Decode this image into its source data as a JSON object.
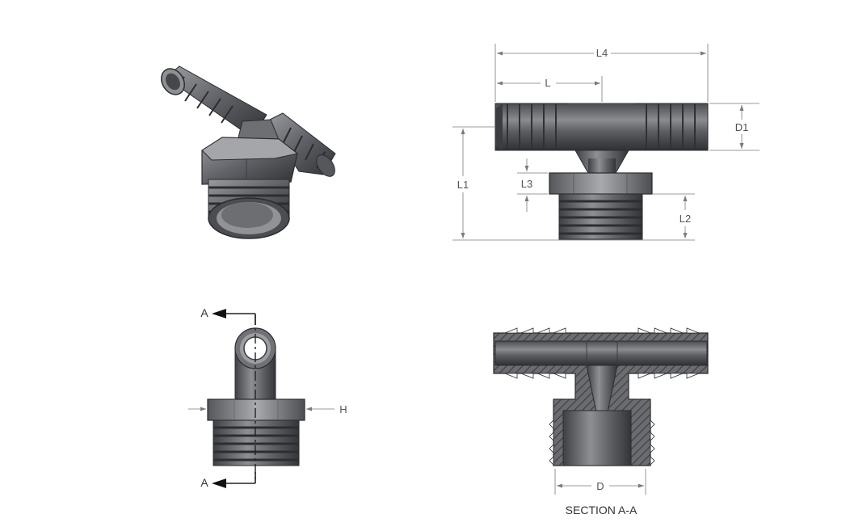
{
  "dimensions": {
    "L4": "L4",
    "L": "L",
    "D1": "D1",
    "L1": "L1",
    "L3": "L3",
    "L2": "L2",
    "H": "H",
    "D": "D"
  },
  "section": {
    "marker_top": "A",
    "marker_bottom": "A",
    "caption": "SECTION A-A"
  },
  "colors": {
    "body": "#5f6166",
    "body_dark": "#3a3c40",
    "body_light": "#9a9ca0",
    "dimension_line": "#7a7a7a",
    "text": "#555555"
  }
}
